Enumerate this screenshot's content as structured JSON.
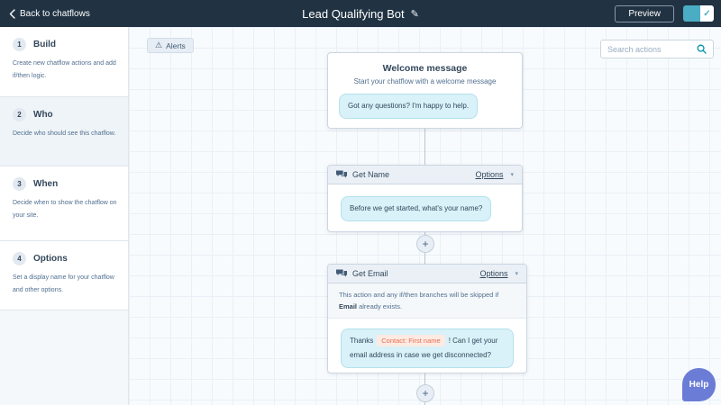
{
  "icons": {
    "edit": "✎",
    "check": "✓",
    "caret_down": "▾",
    "warning": "⚠",
    "plus": "+"
  },
  "topbar": {
    "back_label": "Back to chatflows",
    "title": "Lead Qualifying Bot",
    "preview_label": "Preview",
    "toggle_state": "on"
  },
  "sidebar": {
    "steps": [
      {
        "number": "1",
        "title": "Build",
        "description": "Create new chatflow actions and add if/then logic."
      },
      {
        "number": "2",
        "title": "Who",
        "description": "Decide who should see this chatflow."
      },
      {
        "number": "3",
        "title": "When",
        "description": "Decide when to show the chatflow on your site."
      },
      {
        "number": "4",
        "title": "Options",
        "description": "Set a display name for your chatflow and other options."
      }
    ]
  },
  "canvas": {
    "alerts_label": "Alerts",
    "search_placeholder": "Search actions",
    "welcome_card": {
      "title": "Welcome message",
      "subtitle": "Start your chatflow with a welcome message",
      "bubble": "Got any questions? I'm happy to help."
    },
    "get_name_card": {
      "title": "Get Name",
      "options_label": "Options",
      "bubble": "Before we get started, what's your name?"
    },
    "get_email_card": {
      "title": "Get Email",
      "options_label": "Options",
      "note_prefix": "This action and any if/then branches will be skipped if ",
      "note_bold": "Email",
      "note_suffix": " already exists.",
      "bubble_prefix": "Thanks",
      "token": "Contact: First name",
      "bubble_suffix": "! Can I get your email address in case we get disconnected?"
    },
    "help_label": "Help"
  },
  "colors": {
    "topbar_bg": "#213343",
    "accent_teal": "#4aadc4",
    "search_icon_teal": "#0091ae",
    "bubble_bg": "#d9f1f8",
    "bubble_border": "#b3e1ec",
    "token_text": "#e66e50",
    "token_bg": "#fdeae3",
    "help_bg": "#6b7cd6",
    "card_header_bg": "#eaf0f6",
    "card_border": "#cbd6e2"
  }
}
